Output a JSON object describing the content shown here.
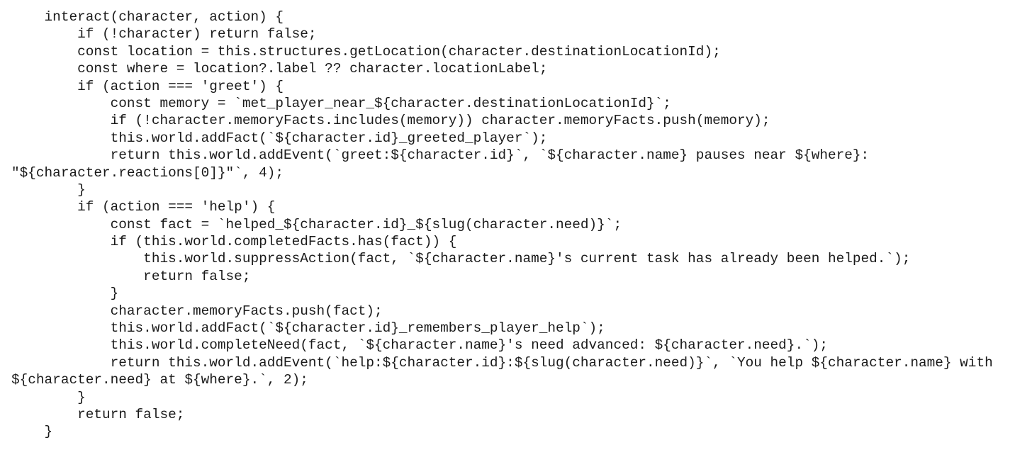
{
  "code": {
    "lines": [
      "    interact(character, action) {",
      "        if (!character) return false;",
      "        const location = this.structures.getLocation(character.destinationLocationId);",
      "        const where = location?.label ?? character.locationLabel;",
      "        if (action === 'greet') {",
      "            const memory = `met_player_near_${character.destinationLocationId}`;",
      "            if (!character.memoryFacts.includes(memory)) character.memoryFacts.push(memory);",
      "            this.world.addFact(`${character.id}_greeted_player`);",
      "            return this.world.addEvent(`greet:${character.id}`, `${character.name} pauses near ${where}:",
      "\"${character.reactions[0]}\"`, 4);",
      "        }",
      "        if (action === 'help') {",
      "            const fact = `helped_${character.id}_${slug(character.need)}`;",
      "            if (this.world.completedFacts.has(fact)) {",
      "                this.world.suppressAction(fact, `${character.name}'s current task has already been helped.`);",
      "                return false;",
      "            }",
      "            character.memoryFacts.push(fact);",
      "            this.world.addFact(`${character.id}_remembers_player_help`);",
      "            this.world.completeNeed(fact, `${character.name}'s need advanced: ${character.need}.`);",
      "            return this.world.addEvent(`help:${character.id}:${slug(character.need)}`, `You help ${character.name} with",
      "${character.need} at ${where}.`, 2);",
      "        }",
      "        return false;",
      "    }"
    ]
  }
}
